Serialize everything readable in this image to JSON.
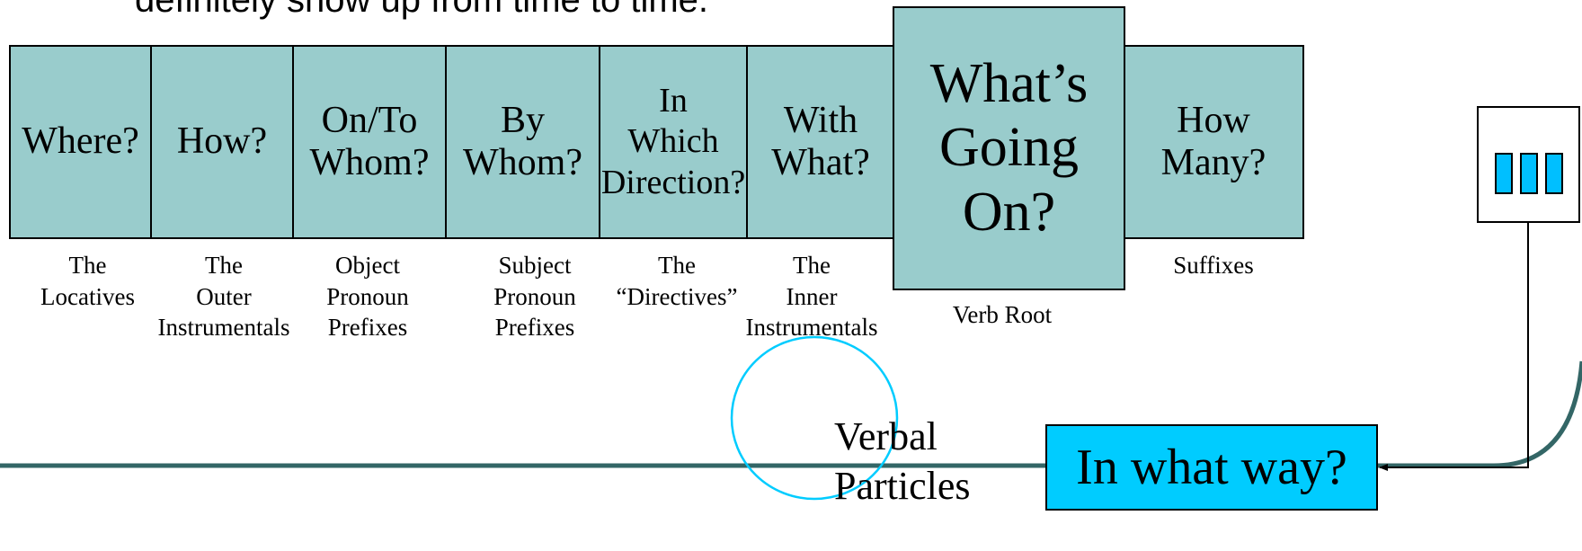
{
  "top_text": "definitely show up from time to time.",
  "slots": [
    {
      "id": "locatives",
      "question": "Where?",
      "label": "The\nLocatives"
    },
    {
      "id": "outer-instrumentals",
      "question": "How?",
      "label": "The\nOuter\nInstrumentals"
    },
    {
      "id": "object-prefixes",
      "question": "On/To\nWhom?",
      "label": "Object\nPronoun\nPrefixes"
    },
    {
      "id": "subject-prefixes",
      "question": "By\nWhom?",
      "label": "Subject\nPronoun\nPrefixes"
    },
    {
      "id": "directives",
      "question": "In\nWhich\nDirection?",
      "label": "The\n“Directives”"
    },
    {
      "id": "inner-instrumentals",
      "question": "With\nWhat?",
      "label": "The\nInner\nInstrumentals"
    },
    {
      "id": "verb-root",
      "question": "What’s\nGoing\nOn?",
      "label": "Verb Root"
    },
    {
      "id": "suffixes",
      "question": "How\nMany?",
      "label": "Suffixes"
    }
  ],
  "particles": {
    "text": "Verbal\nParticles"
  },
  "answer": {
    "text": "In what way?"
  },
  "colors": {
    "slot_fill": "#99cccc",
    "accent": "#00ccff",
    "circle": "#00ccff",
    "frame": "#336666"
  }
}
